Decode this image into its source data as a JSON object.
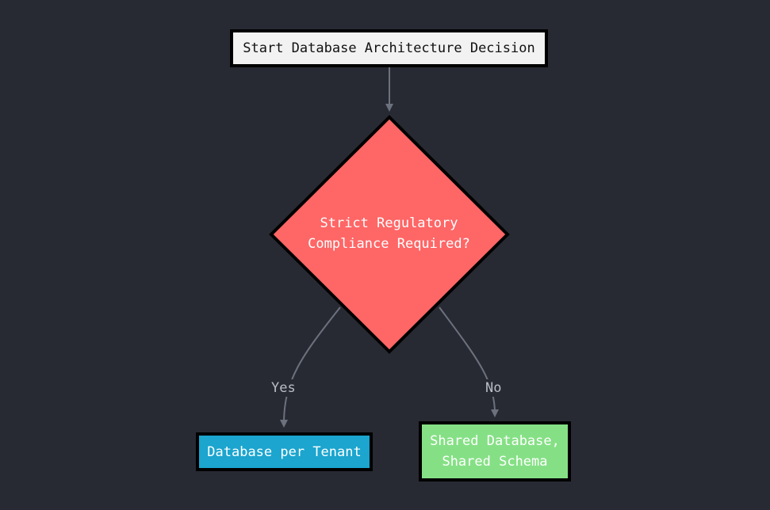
{
  "diagram": {
    "start_node": "Start Database Architecture Decision",
    "decision_node": "Strict Regulatory\nCompliance Required?",
    "yes_node": "Database per Tenant",
    "no_node": "Shared Database,\nShared Schema",
    "edge_yes_label": "Yes",
    "edge_no_label": "No"
  },
  "colors": {
    "background": "#282a33",
    "start_fill": "#f2f2f2",
    "decision_fill": "#ff6666",
    "yes_fill": "#1ba5cf",
    "no_fill": "#85e085",
    "edge": "#6b717d"
  }
}
